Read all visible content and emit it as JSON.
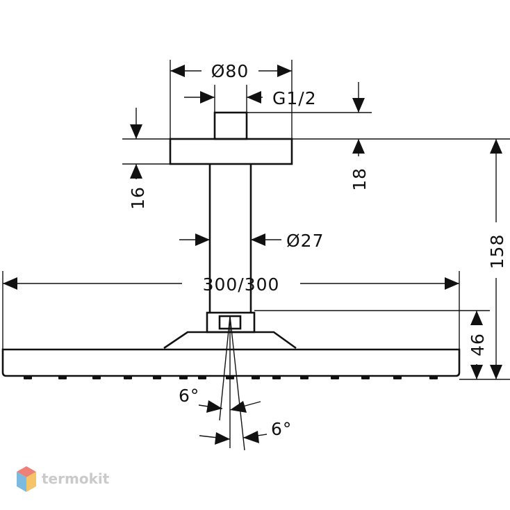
{
  "dimensions": {
    "canopy_diameter": "Ø80",
    "thread": "G1/2",
    "canopy_height": "18",
    "canopy_gap": "16",
    "arm_diameter": "Ø27",
    "head_size": "300/300",
    "total_height": "158",
    "head_height": "46",
    "tilt_left": "6°",
    "tilt_right": "6°"
  },
  "watermark": {
    "text": "termokit",
    "colors": [
      "#e8574a",
      "#4fa3d8",
      "#f2b134"
    ]
  }
}
